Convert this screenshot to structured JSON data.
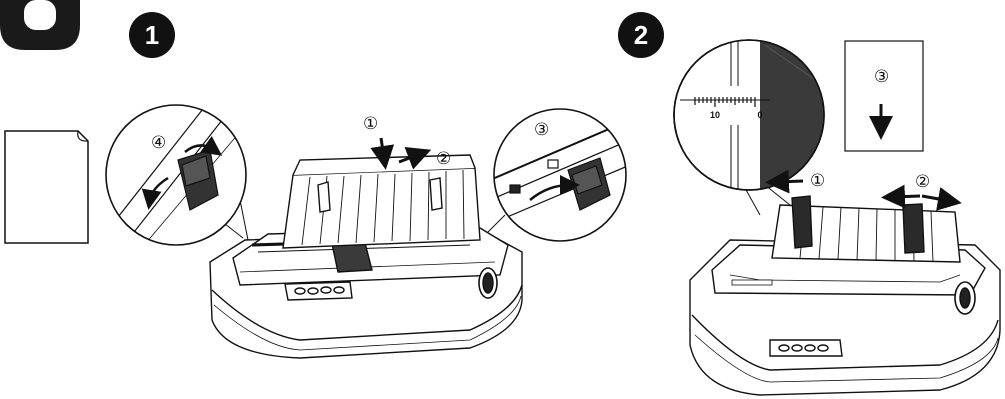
{
  "steps": [
    {
      "badge": "1"
    },
    {
      "badge": "2"
    }
  ],
  "step1": {
    "labels": [
      "①",
      "②",
      "③",
      "④"
    ]
  },
  "step2": {
    "labels": [
      "①",
      "②",
      "③"
    ],
    "scale_tick_10": "10",
    "scale_tick_0": "0"
  },
  "colors": {
    "line": "#111111",
    "dark_panel": "#3a3a3a",
    "guide_dark": "#2a2a2a"
  },
  "icons": [
    "paper-sheet-icon",
    "arrow-down-icon",
    "arrow-right-icon",
    "double-arrow-icon",
    "arrow-left-icon"
  ]
}
